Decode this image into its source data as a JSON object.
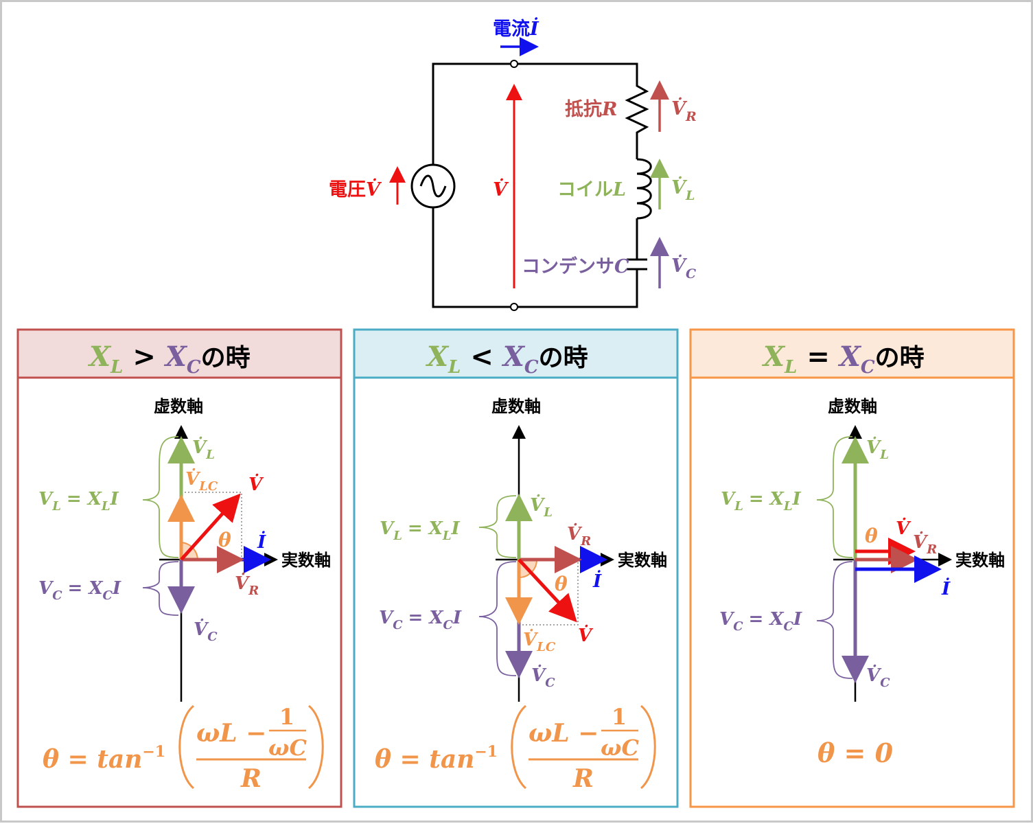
{
  "colors": {
    "red": "#ee1111",
    "blue": "#1111ee",
    "resistor": "#c0504d",
    "coil": "#8fb35a",
    "capacitor": "#7a5f9e",
    "orange": "#f0954a",
    "panel1_border": "#c0504d",
    "panel1_header": "#f2dcdb",
    "panel2_border": "#4bacc6",
    "panel2_header": "#daeef3",
    "panel3_border": "#f79646",
    "panel3_header": "#fde9d9"
  },
  "circuit": {
    "current_label": "電流",
    "current_symbol": "İ",
    "voltage_label": "電圧",
    "voltage_symbol": "V̇",
    "mid_voltage_symbol": "V̇",
    "resistor_label": "抵抗",
    "resistor_symbol": "R",
    "resistor_voltage": "V̇",
    "resistor_voltage_sub": "R",
    "coil_label": "コイル",
    "coil_symbol": "L",
    "coil_voltage": "V̇",
    "coil_voltage_sub": "L",
    "capacitor_label": "コンデンサ",
    "capacitor_symbol": "C",
    "capacitor_voltage": "V̇",
    "capacitor_voltage_sub": "C"
  },
  "panels": [
    {
      "title_lhs": "X",
      "title_lhs_sub": "L",
      "title_op": ">",
      "title_rhs": "X",
      "title_rhs_sub": "C",
      "title_suffix": "の時",
      "imag_axis": "虚数軸",
      "real_axis": "実数軸",
      "vl": "V̇",
      "vl_sub": "L",
      "vlc": "V̇",
      "vlc_sub": "LC",
      "v": "V̇",
      "theta": "θ",
      "i": "İ",
      "vr": "V̇",
      "vr_sub": "R",
      "vc": "V̇",
      "vc_sub": "C",
      "brace_l": "V",
      "brace_l_sub": "L",
      "brace_l_eq": "= X",
      "brace_l_sub2": "L",
      "brace_l_end": "I",
      "brace_c": "V",
      "brace_c_sub": "C",
      "brace_c_eq": "= X",
      "brace_c_sub2": "C",
      "brace_c_end": "I",
      "formula_lhs": "θ = tan",
      "formula_exp": "−1",
      "formula_num": "ωL −",
      "formula_frac_num": "1",
      "formula_frac_den": "ωC",
      "formula_den": "R"
    },
    {
      "title_lhs": "X",
      "title_lhs_sub": "L",
      "title_op": "<",
      "title_rhs": "X",
      "title_rhs_sub": "C",
      "title_suffix": "の時",
      "imag_axis": "虚数軸",
      "real_axis": "実数軸",
      "vl": "V̇",
      "vl_sub": "L",
      "vlc": "V̇",
      "vlc_sub": "LC",
      "v": "V̇",
      "theta": "θ",
      "i": "İ",
      "vr": "V̇",
      "vr_sub": "R",
      "vc": "V̇",
      "vc_sub": "C",
      "brace_l": "V",
      "brace_l_sub": "L",
      "brace_l_eq": "= X",
      "brace_l_sub2": "L",
      "brace_l_end": "I",
      "brace_c": "V",
      "brace_c_sub": "C",
      "brace_c_eq": "= X",
      "brace_c_sub2": "C",
      "brace_c_end": "I",
      "formula_lhs": "θ = tan",
      "formula_exp": "−1",
      "formula_num": "ωL −",
      "formula_frac_num": "1",
      "formula_frac_den": "ωC",
      "formula_den": "R"
    },
    {
      "title_lhs": "X",
      "title_lhs_sub": "L",
      "title_op": "=",
      "title_rhs": "X",
      "title_rhs_sub": "C",
      "title_suffix": "の時",
      "imag_axis": "虚数軸",
      "real_axis": "実数軸",
      "vl": "V̇",
      "vl_sub": "L",
      "v": "V̇",
      "theta": "θ",
      "i": "İ",
      "vr": "V̇",
      "vr_sub": "R",
      "vc": "V̇",
      "vc_sub": "C",
      "brace_l": "V",
      "brace_l_sub": "L",
      "brace_l_eq": "= X",
      "brace_l_sub2": "L",
      "brace_l_end": "I",
      "brace_c": "V",
      "brace_c_sub": "C",
      "brace_c_eq": "= X",
      "brace_c_sub2": "C",
      "brace_c_end": "I",
      "formula": "θ = 0"
    }
  ]
}
